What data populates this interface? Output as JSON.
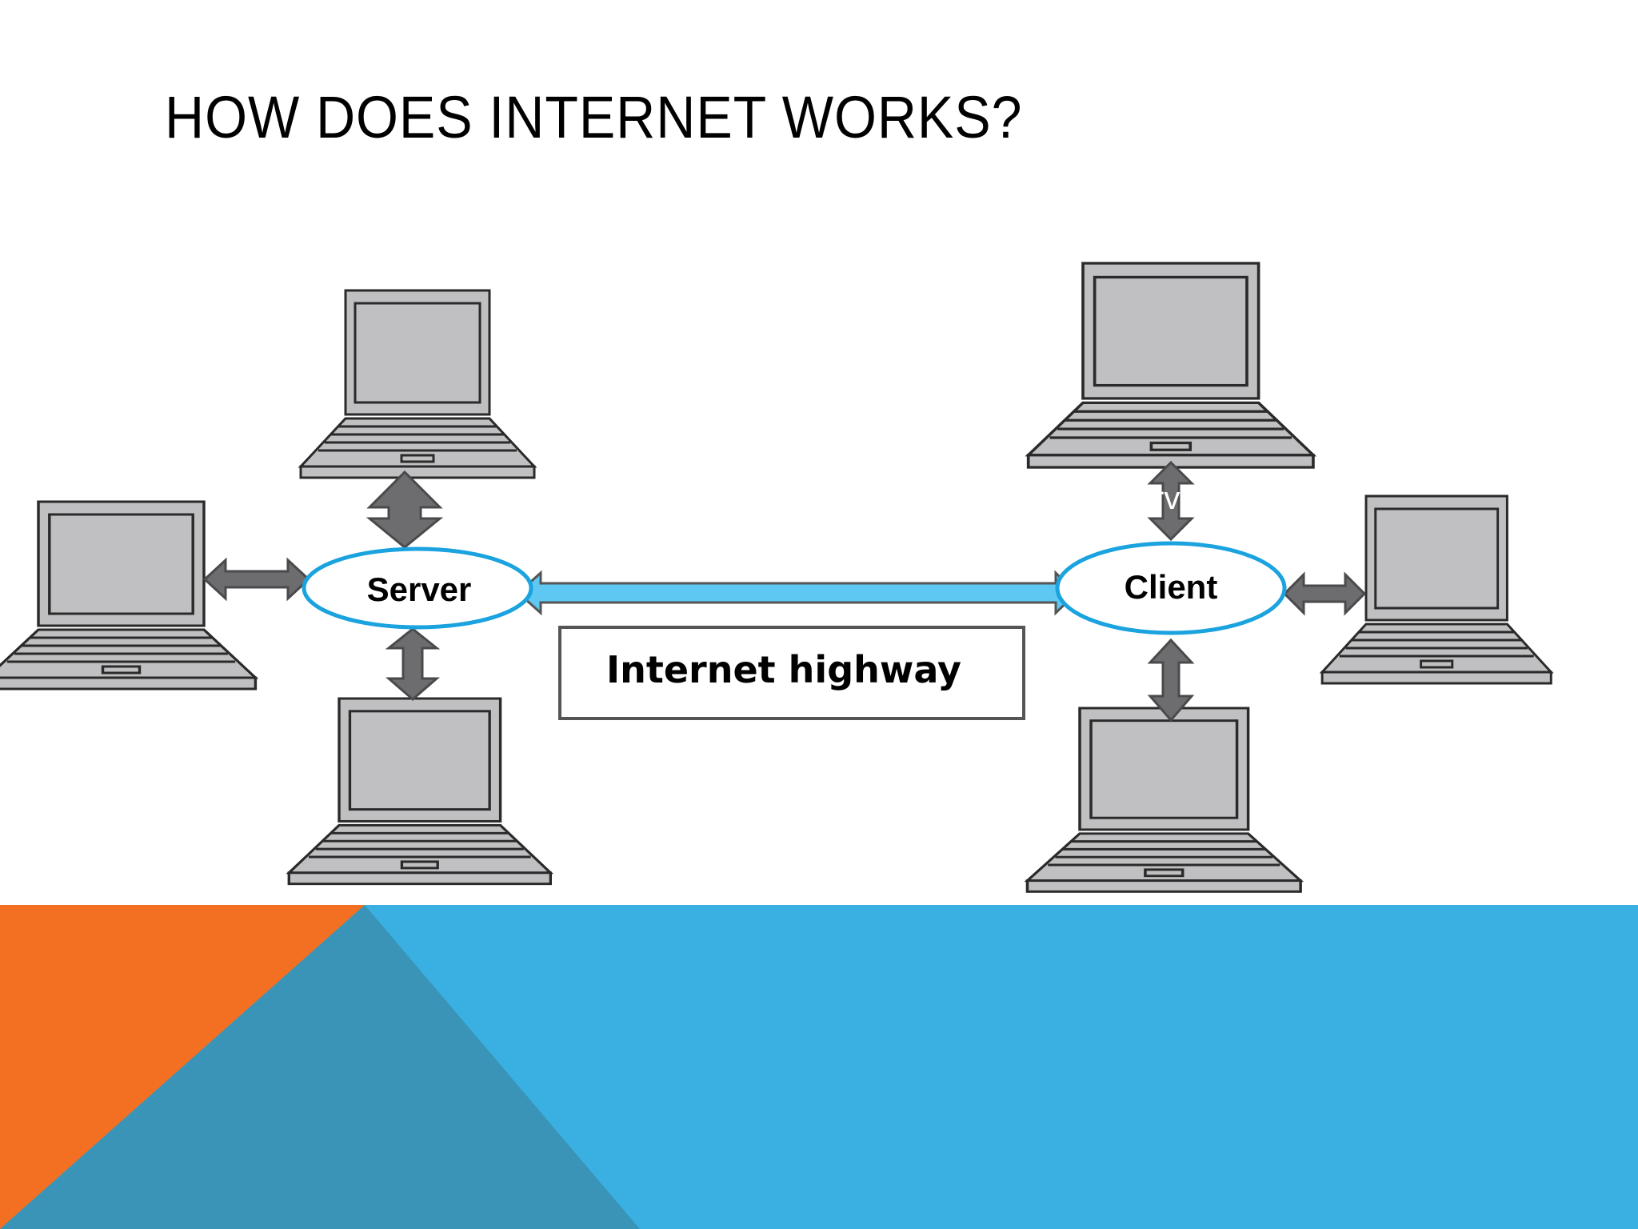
{
  "slide": {
    "title": "HOW DOES INTERNET WORKS?"
  },
  "diagram": {
    "server_label": "Server",
    "client_label": "Client",
    "highway_label": "Internet highway",
    "server_computers": [
      "laptop-top",
      "laptop-left",
      "laptop-bottom"
    ],
    "client_computers": [
      "laptop-top",
      "laptop-right",
      "laptop-bottom"
    ]
  },
  "colors": {
    "background": "#ffffff",
    "title_text": "#000000",
    "ellipse_stroke": "#1ba3df",
    "highway_arrow_fill": "#5ec8f2",
    "gray_arrow_fill": "#6d6d6f",
    "laptop_fill": "#c0c0c2",
    "footer_orange": "#f36f21",
    "footer_blue": "#3ab0e2",
    "footer_dark_blue": "#3a94b8"
  },
  "icons": {
    "laptop": "laptop-icon",
    "double_arrow": "double-arrow-icon"
  }
}
